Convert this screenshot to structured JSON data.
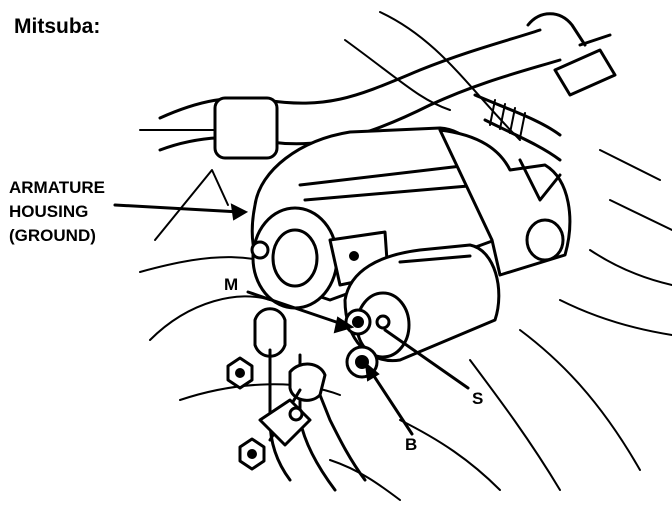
{
  "diagram": {
    "title": "Mitsuba:",
    "labels": {
      "armature_line1": "ARMATURE",
      "armature_line2": "HOUSING",
      "armature_line3": "(GROUND)",
      "m": "M",
      "s": "S",
      "b": "B"
    }
  }
}
